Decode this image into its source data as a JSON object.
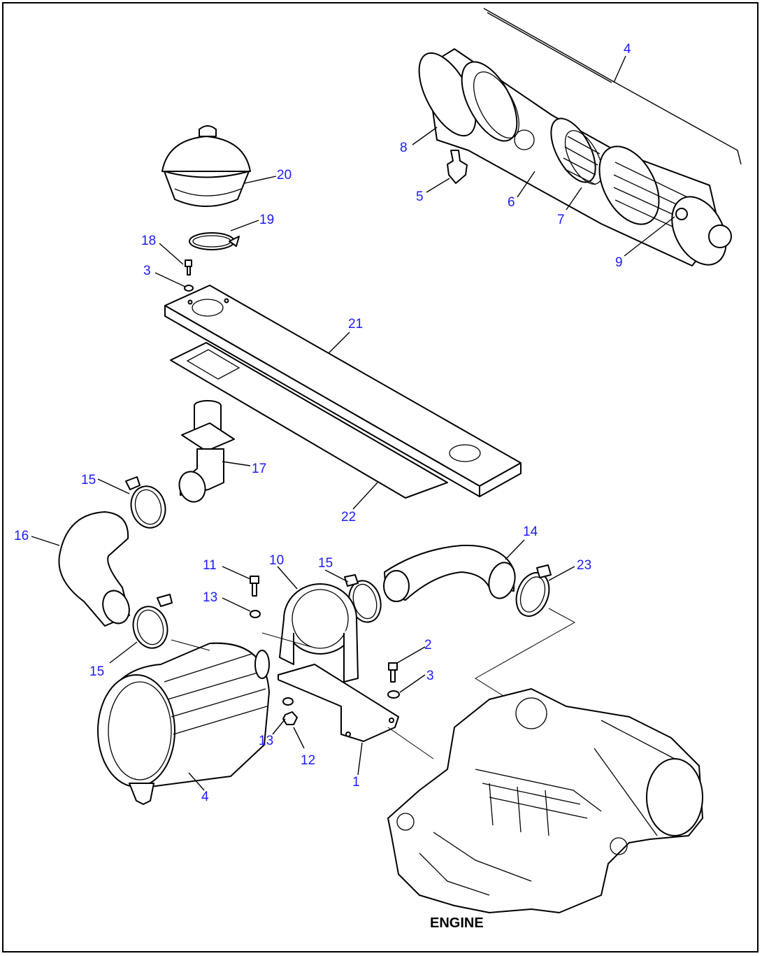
{
  "diagram": {
    "caption": "ENGINE",
    "callouts": [
      {
        "id": "c4a",
        "label": "4"
      },
      {
        "id": "c8",
        "label": "8"
      },
      {
        "id": "c5",
        "label": "5"
      },
      {
        "id": "c6",
        "label": "6"
      },
      {
        "id": "c7",
        "label": "7"
      },
      {
        "id": "c9",
        "label": "9"
      },
      {
        "id": "c20",
        "label": "20"
      },
      {
        "id": "c19",
        "label": "19"
      },
      {
        "id": "c18",
        "label": "18"
      },
      {
        "id": "c3a",
        "label": "3"
      },
      {
        "id": "c21",
        "label": "21"
      },
      {
        "id": "c17",
        "label": "17"
      },
      {
        "id": "c22",
        "label": "22"
      },
      {
        "id": "c15a",
        "label": "15"
      },
      {
        "id": "c16",
        "label": "16"
      },
      {
        "id": "c14",
        "label": "14"
      },
      {
        "id": "c11",
        "label": "11"
      },
      {
        "id": "c10",
        "label": "10"
      },
      {
        "id": "c15b",
        "label": "15"
      },
      {
        "id": "c23",
        "label": "23"
      },
      {
        "id": "c13a",
        "label": "13"
      },
      {
        "id": "c2",
        "label": "2"
      },
      {
        "id": "c3b",
        "label": "3"
      },
      {
        "id": "c15c",
        "label": "15"
      },
      {
        "id": "c13b",
        "label": "13"
      },
      {
        "id": "c12",
        "label": "12"
      },
      {
        "id": "c1",
        "label": "1"
      },
      {
        "id": "c4b",
        "label": "4"
      }
    ]
  },
  "colors": {
    "callout": "#1a1aff",
    "line": "#000000"
  }
}
